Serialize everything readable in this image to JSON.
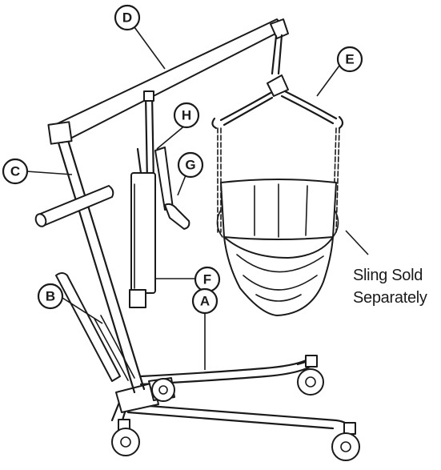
{
  "callouts": {
    "a": "A",
    "b": "B",
    "c": "C",
    "d": "D",
    "e": "E",
    "f": "F",
    "g": "G",
    "h": "H"
  },
  "note": {
    "line1": "Sling Sold",
    "line2": "Separately"
  }
}
